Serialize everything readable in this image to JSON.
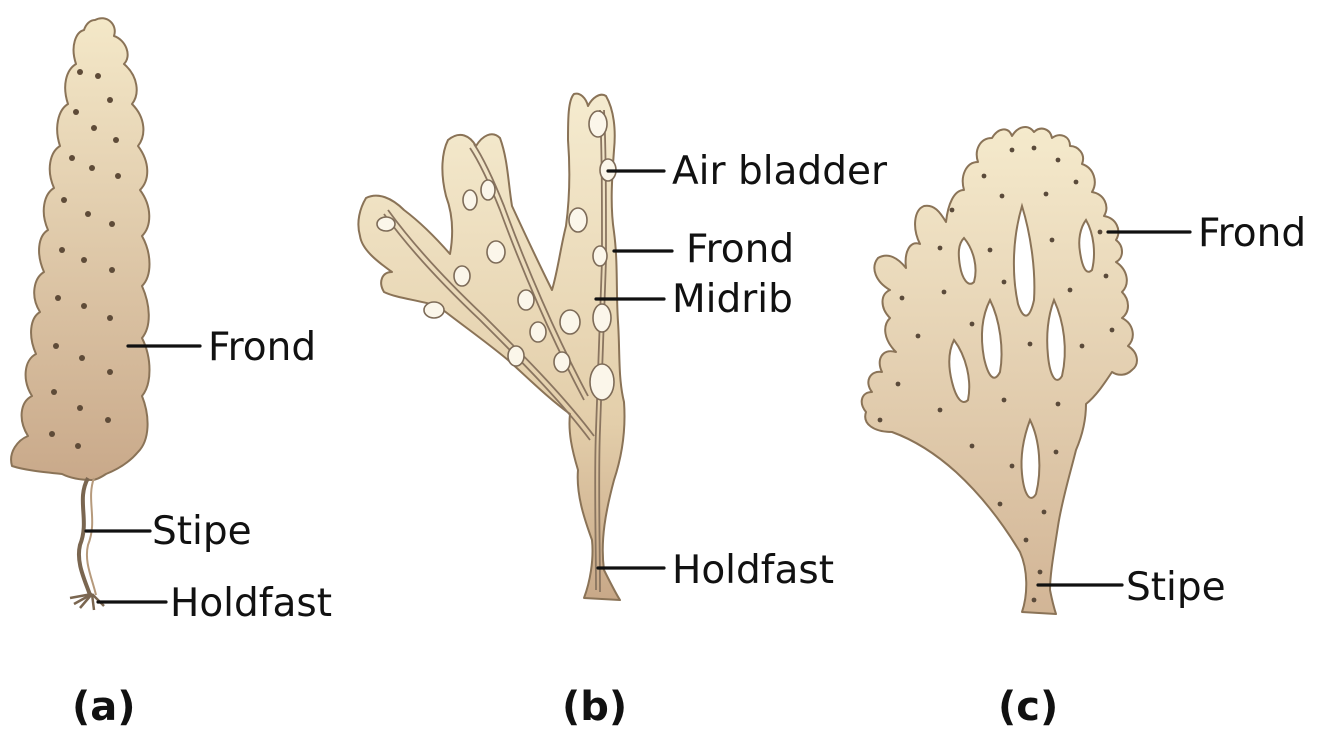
{
  "figure": {
    "a": {
      "caption": "(a)",
      "labels": {
        "frond": "Frond",
        "stipe": "Stipe",
        "holdfast": "Holdfast"
      }
    },
    "b": {
      "caption": "(b)",
      "labels": {
        "air_bladder": "Air bladder",
        "frond": "Frond",
        "midrib": "Midrib",
        "holdfast": "Holdfast"
      }
    },
    "c": {
      "caption": "(c)",
      "labels": {
        "frond": "Frond",
        "stipe": "Stipe"
      }
    },
    "colors": {
      "frond_light": "#f3e6c4",
      "frond_dark": "#c9a988",
      "outline": "#8a7357",
      "text": "#111111"
    }
  }
}
